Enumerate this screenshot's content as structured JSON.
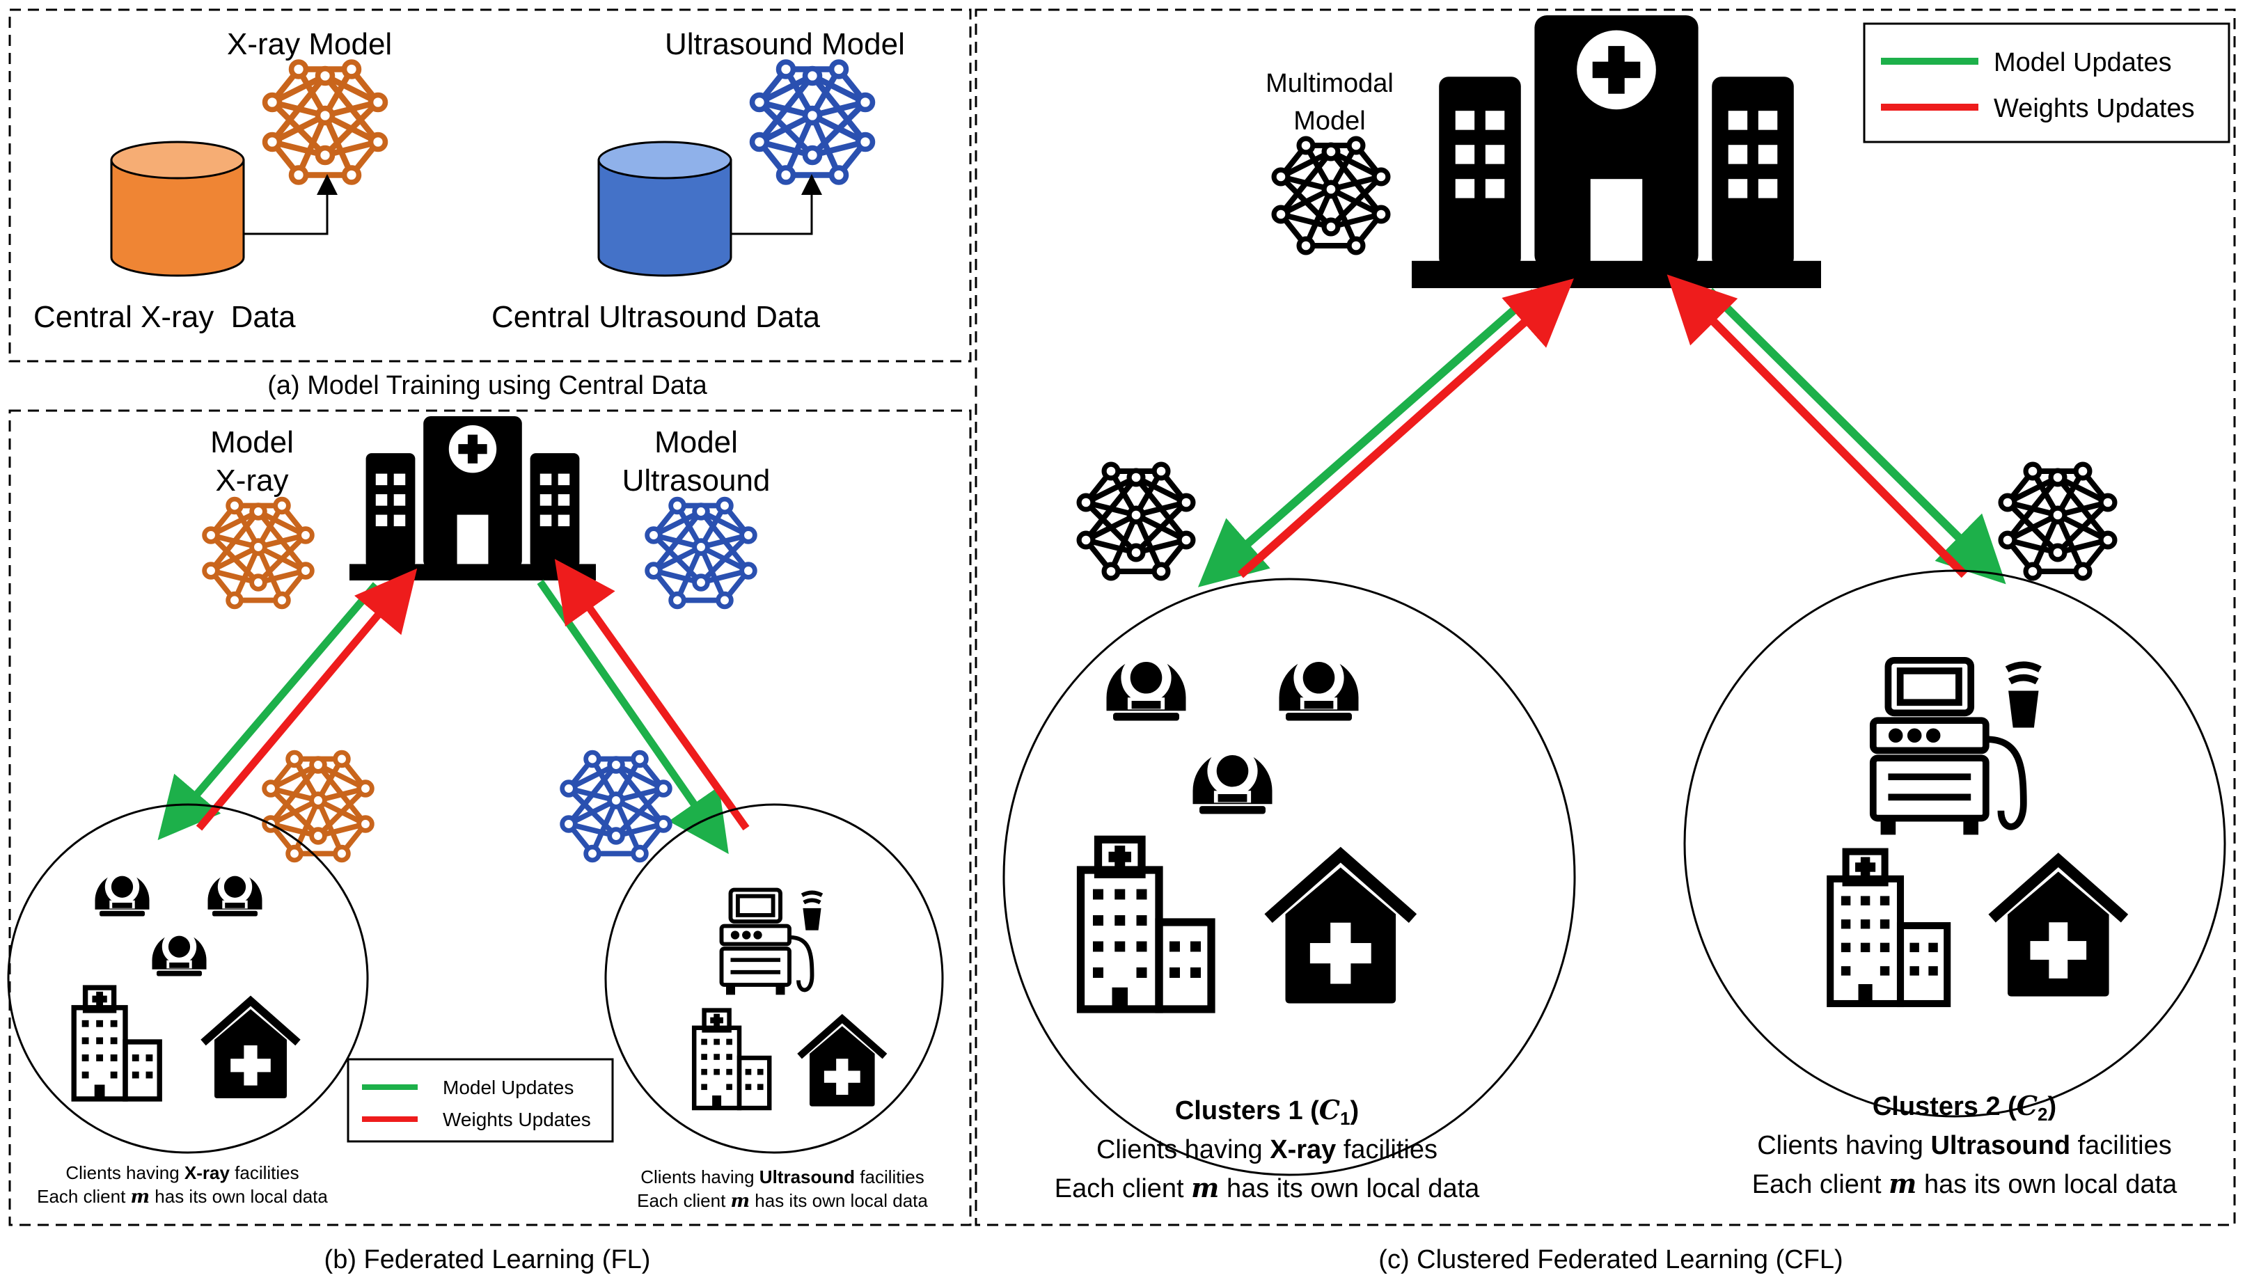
{
  "colors": {
    "xray": "#e88a3a",
    "xray_dark": "#c9651c",
    "ultrasound": "#3f6fd0",
    "ultrasound_dark": "#2a50b0",
    "model_updates": "#1db04a",
    "weights_updates": "#ee1c1c"
  },
  "panel_a": {
    "xray_model_label": "X-ray Model",
    "ultrasound_model_label": "Ultrasound Model",
    "xray_data_label": "Central X-ray  Data",
    "ultrasound_data_label": "Central Ultrasound Data",
    "caption": "(a) Model Training using Central Data"
  },
  "panel_b": {
    "model_xray_line1": "Model",
    "model_xray_line2": "X-ray",
    "model_us_line1": "Model",
    "model_us_line2": "Ultrasound",
    "xray_clients_pre": "Clients having ",
    "xray_clients_bold": "X-ray",
    "xray_clients_post": " facilities",
    "us_clients_pre": "Clients having ",
    "us_clients_bold": "Ultrasound",
    "us_clients_post": " facilities",
    "local_pre": "Each client ",
    "local_var": "m",
    "local_post": " has its own local data",
    "legend_model": "Model Updates",
    "legend_weights": "Weights Updates",
    "caption": "(b) Federated Learning (FL)"
  },
  "panel_c": {
    "multimodal_line1": "Multimodal",
    "multimodal_line2": "Model",
    "legend_model": "Model Updates",
    "legend_weights": "Weights Updates",
    "cluster1_title": "Clusters 1 (",
    "cluster1_var": "C",
    "cluster1_sub": "1",
    "cluster2_title": "Clusters 2 (",
    "cluster2_var": "C",
    "cluster2_sub": "2",
    "close_paren": ")",
    "xray_clients_pre": "Clients having ",
    "xray_clients_bold": "X-ray",
    "xray_clients_post": " facilities",
    "us_clients_pre": "Clients having ",
    "us_clients_bold": "Ultrasound",
    "us_clients_post": " facilities",
    "local_pre": "Each client ",
    "local_var": "m",
    "local_post": " has its own local data",
    "caption": "(c) Clustered Federated Learning (CFL)"
  }
}
